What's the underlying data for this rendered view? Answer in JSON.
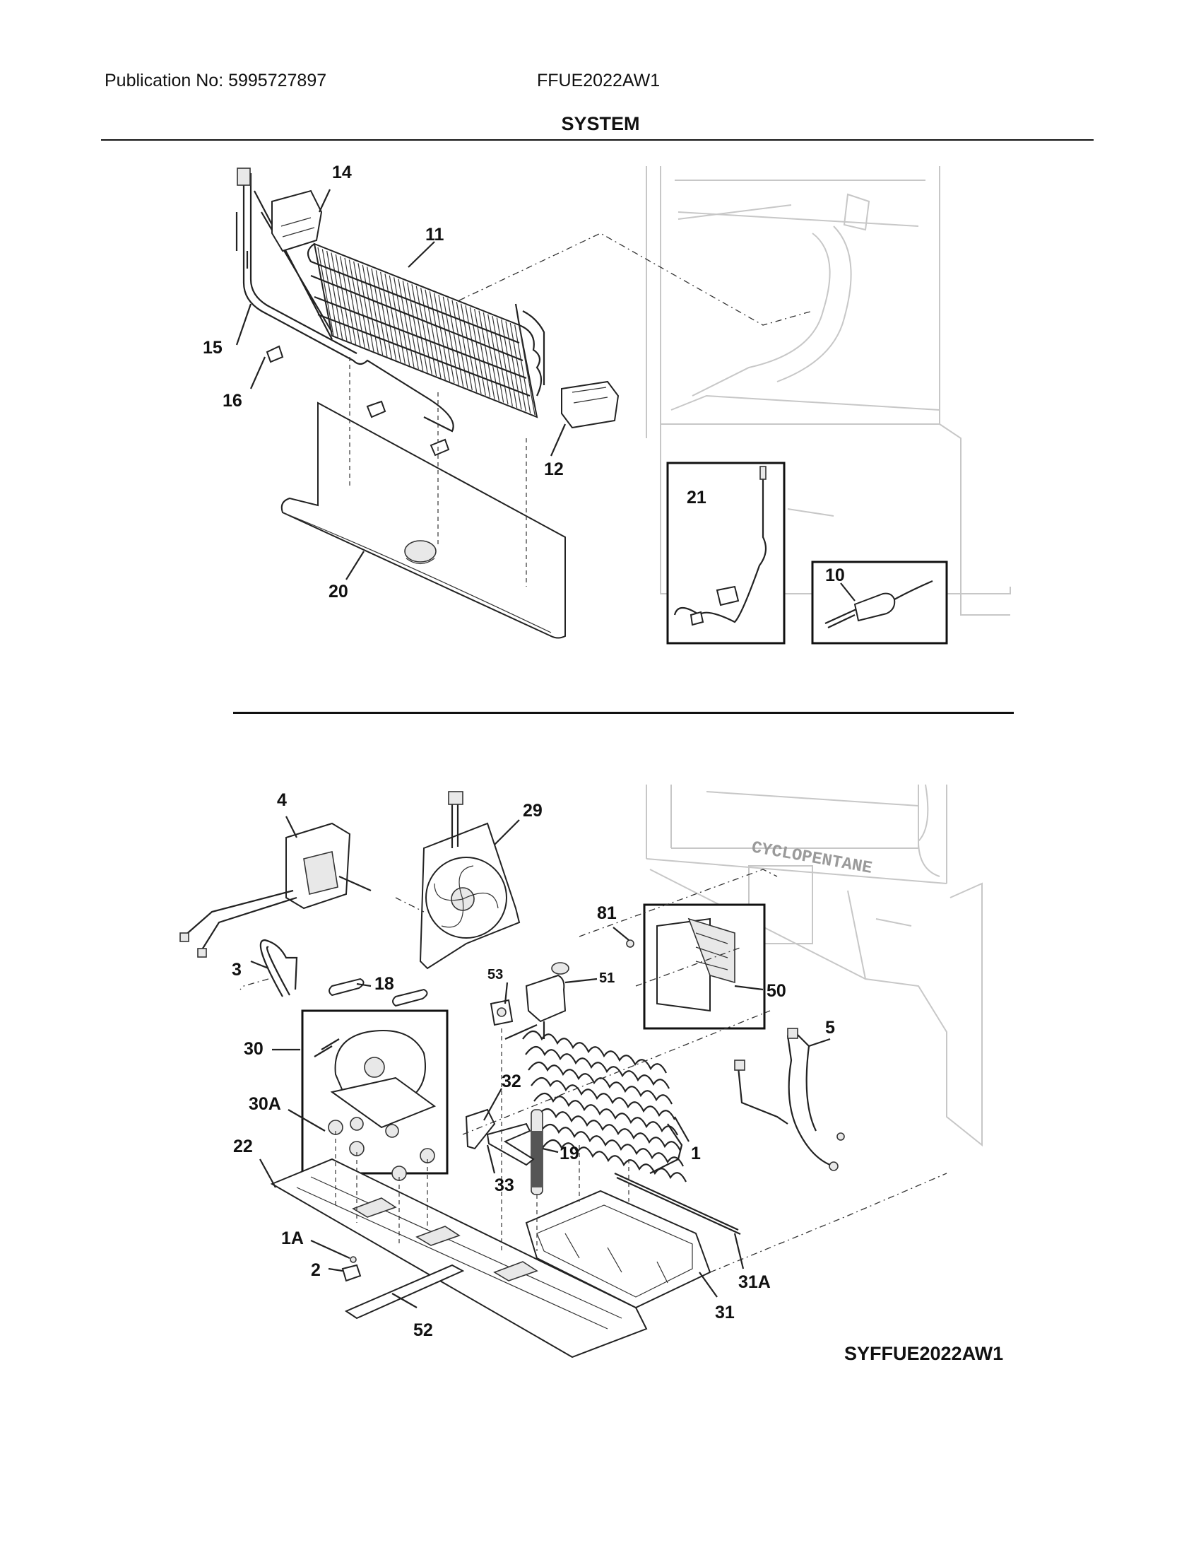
{
  "header": {
    "publication": "Publication No: 5995727897",
    "model": "FFUE2022AW1"
  },
  "section_title": "SYSTEM",
  "diagram_code": "SYFFUE2022AW1",
  "callouts": {
    "top": [
      "14",
      "11",
      "15",
      "16",
      "12",
      "20",
      "21",
      "10"
    ],
    "bottom": [
      "4",
      "29",
      "81",
      "3",
      "18",
      "53",
      "51",
      "50",
      "30",
      "5",
      "32",
      "30A",
      "19",
      "1",
      "22",
      "33",
      "1A",
      "2",
      "31A",
      "52",
      "31"
    ]
  },
  "cabinet_mark": "CYCLOPENTANE"
}
